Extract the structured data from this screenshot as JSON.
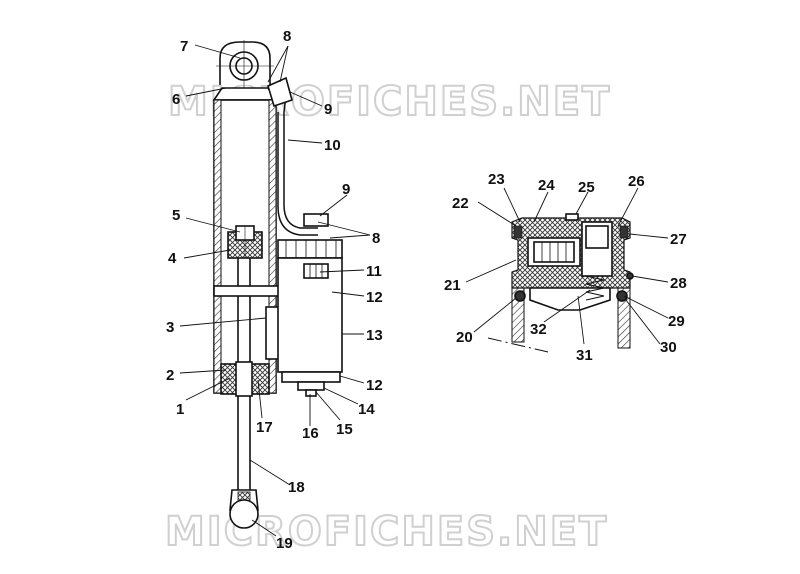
{
  "watermark": {
    "text": "MICROFICHES.NET"
  },
  "colors": {
    "line": "#111111",
    "watermark": "#d0d0d0",
    "hatch": "#333333"
  },
  "callouts": [
    "1",
    "2",
    "3",
    "4",
    "5",
    "6",
    "7",
    "8",
    "8",
    "9",
    "9",
    "10",
    "11",
    "12",
    "12",
    "13",
    "14",
    "15",
    "16",
    "17",
    "18",
    "19",
    "20",
    "21",
    "22",
    "23",
    "24",
    "25",
    "26",
    "27",
    "28",
    "29",
    "30",
    "31",
    "32"
  ]
}
